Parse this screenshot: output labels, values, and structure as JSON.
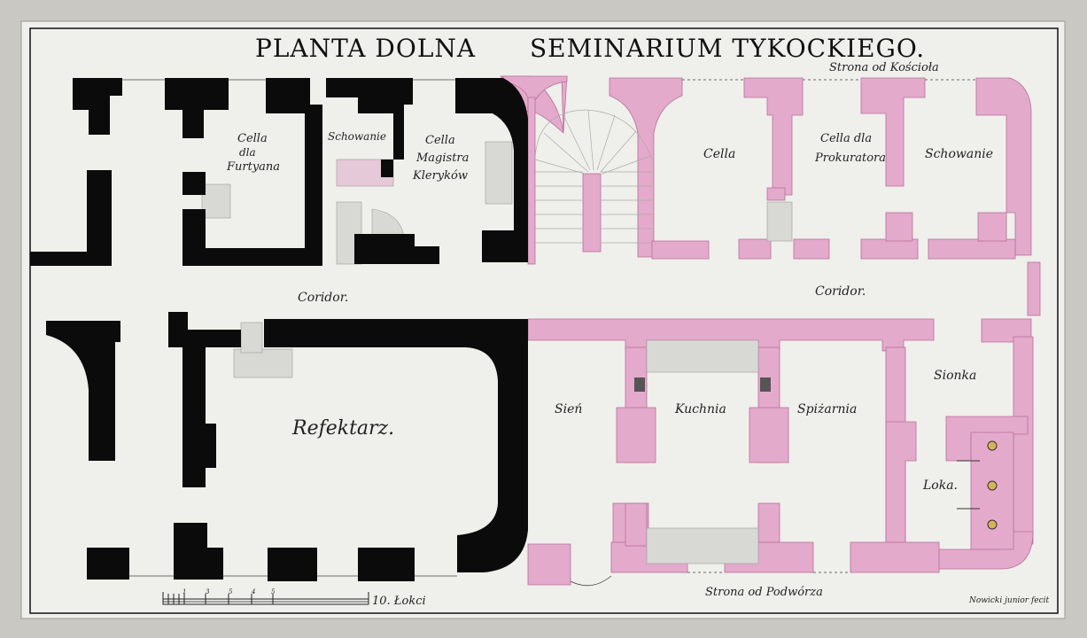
{
  "title": {
    "part1": "PLANTA DOLNA",
    "part2": "SEMINARIUM TYKOCKIEGO."
  },
  "side_labels": {
    "top": "Strona od Kościoła",
    "bottom": "Strona od Podwórza"
  },
  "rooms": {
    "cella_furtyana": [
      "Cella",
      "dla",
      "Furtyana"
    ],
    "schowanie_left": [
      "Schowanie"
    ],
    "cella_magistra": [
      "Cella",
      "Magistra",
      "Kleryków"
    ],
    "cella": [
      "Cella"
    ],
    "cella_prokuratora": [
      "Cella dla",
      "Prokuratora"
    ],
    "schowanie_right": [
      "Schowanie"
    ],
    "corridor_left": [
      "Coridor."
    ],
    "corridor_right": [
      "Coridor."
    ],
    "refektarz": [
      "Refektarz."
    ],
    "sien": [
      "Sień"
    ],
    "kuchnia": [
      "Kuchnia"
    ],
    "spizarnia": [
      "Spiżarnia"
    ],
    "sionka": [
      "Sionka"
    ],
    "loka": [
      "Loka."
    ]
  },
  "scale": {
    "ticks": [
      "1",
      "3",
      "5",
      "4",
      "5"
    ],
    "label": "10. Łokci"
  },
  "signature": "Nowicki junior fecit",
  "colors": {
    "paper": "#efefeb",
    "wall_old": "#0b0b0b",
    "wall_new": "#e3aacb",
    "wall_new_edge": "#b97099",
    "fixture": "#d8d8d4",
    "mount": "#c9c8c2"
  }
}
